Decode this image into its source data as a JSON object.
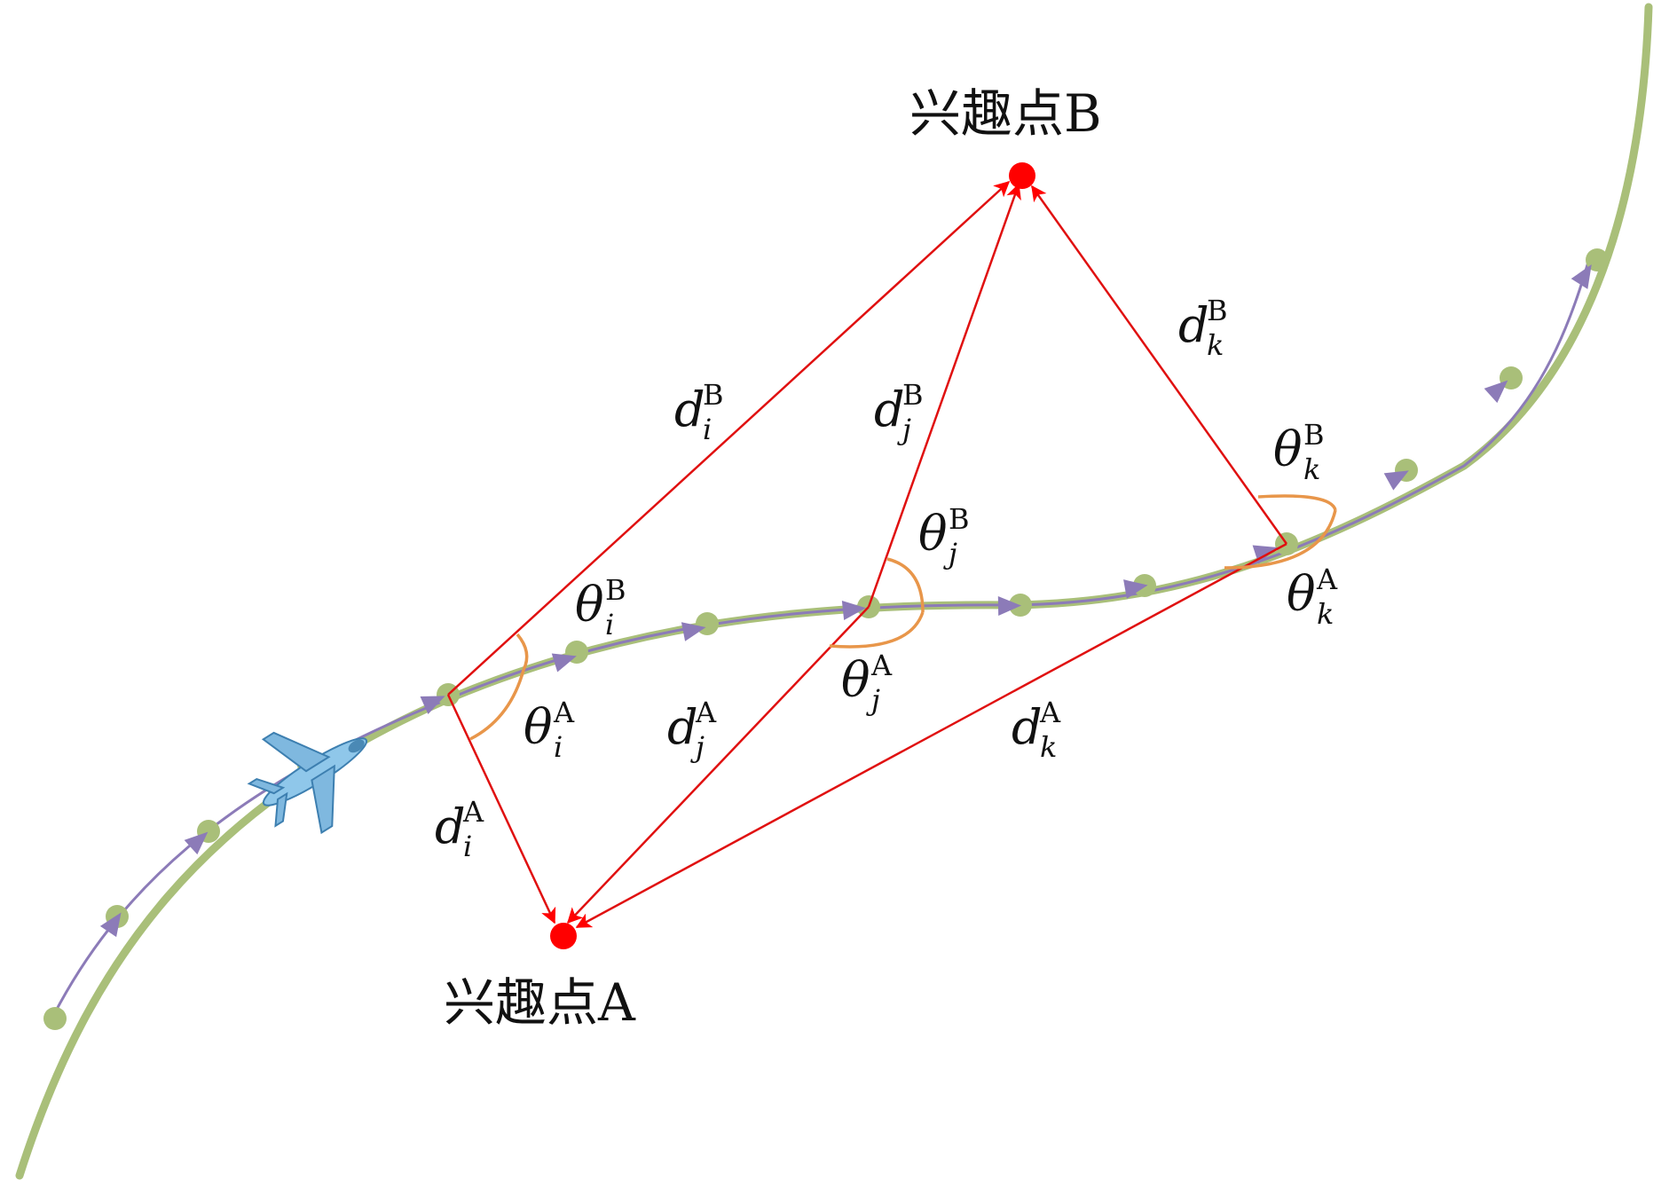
{
  "poi": {
    "A": {
      "label": "兴趣点A"
    },
    "B": {
      "label": "兴趣点B"
    }
  },
  "distances": {
    "iA": {
      "base": "d",
      "sup": "A",
      "sub": "i"
    },
    "iB": {
      "base": "d",
      "sup": "B",
      "sub": "i"
    },
    "jA": {
      "base": "d",
      "sup": "A",
      "sub": "j"
    },
    "jB": {
      "base": "d",
      "sup": "B",
      "sub": "j"
    },
    "kA": {
      "base": "d",
      "sup": "A",
      "sub": "k"
    },
    "kB": {
      "base": "d",
      "sup": "B",
      "sub": "k"
    }
  },
  "angles": {
    "iA": {
      "base": "θ",
      "sup": "A",
      "sub": "i"
    },
    "iB": {
      "base": "θ",
      "sup": "B",
      "sub": "i"
    },
    "jA": {
      "base": "θ",
      "sup": "A",
      "sub": "j"
    },
    "jB": {
      "base": "θ",
      "sup": "B",
      "sub": "j"
    },
    "kA": {
      "base": "θ",
      "sup": "A",
      "sub": "k"
    },
    "kB": {
      "base": "θ",
      "sup": "B",
      "sub": "k"
    }
  },
  "colors": {
    "trajectory": "#a9bf79",
    "direction": "#8c7bb8",
    "poi": "#ff0000",
    "ray": "#e01010",
    "angle_arc": "#e8964a"
  },
  "icons": {
    "aircraft": "airplane-icon",
    "poi_marker": "red-point-icon"
  }
}
